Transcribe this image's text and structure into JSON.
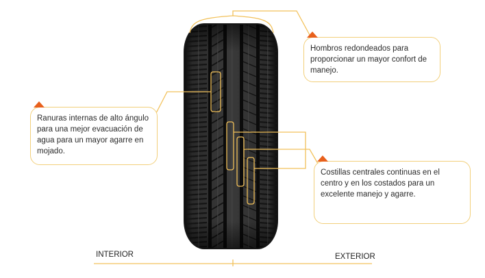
{
  "callouts": {
    "shoulders": "Hombros redondeados para proporcionar un mayor confort de manejo.",
    "grooves": "Ranuras internas de alto ángulo para una mejor evacuación de agua para un mayor agarre en mojado.",
    "ribs": "Costillas centrales continuas en el centro y en los costados para un excelente manejo y agarre."
  },
  "axis": {
    "interior": "INTERIOR",
    "exterior": "EXTERIOR"
  },
  "colors": {
    "callout_line": "#f2c15a",
    "callout_border": "#f2cf7a",
    "accent_triangle": "#e8601c",
    "tire_dark": "#1c1c1c",
    "tire_tread": "#4a4a4a"
  }
}
